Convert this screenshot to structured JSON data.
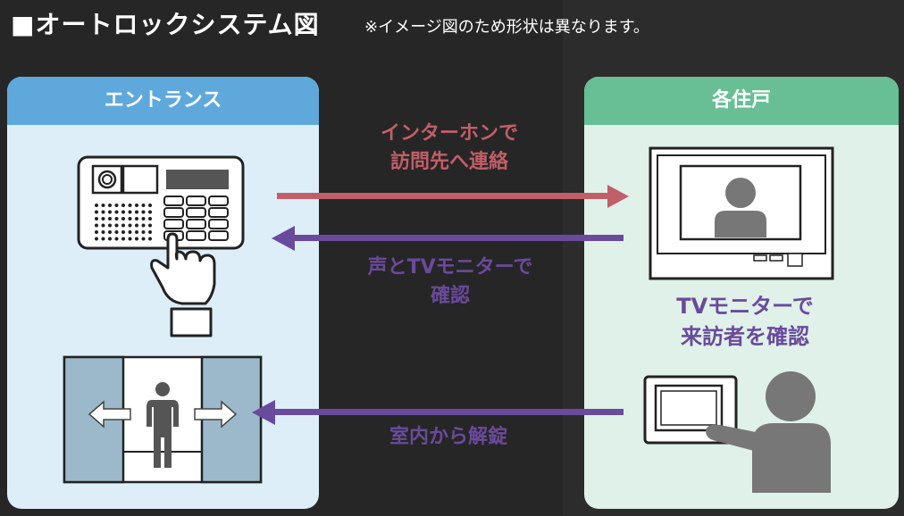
{
  "title": "■オートロックシステム図",
  "note": "※イメージ図のため形状は異なります。",
  "panels": {
    "left_title": "エントランス",
    "right_title": "各住戸"
  },
  "flows": {
    "intercom_call": [
      "インターホンで",
      "訪問先へ連絡"
    ],
    "voice_tv_confirm": [
      "声とTVモニターで",
      "確認"
    ],
    "unlock": "室内から解錠"
  },
  "resident_action": [
    "TVモニターで",
    "来訪者を確認"
  ],
  "colors": {
    "red_arrow": "#c25e68",
    "purple_arrow": "#6a4a9c",
    "entrance_header": "#5fa8dc",
    "residence_header": "#68bf95"
  }
}
